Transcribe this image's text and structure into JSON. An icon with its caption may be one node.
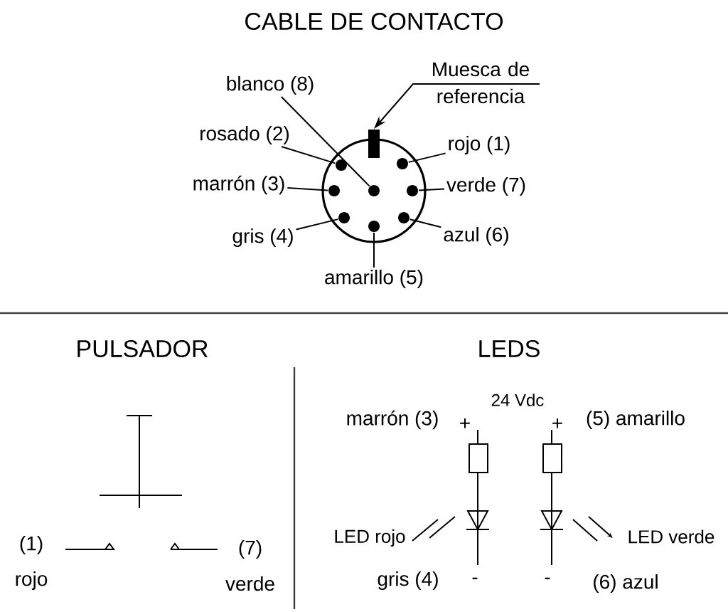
{
  "diagram": {
    "title": "CABLE DE CONTACTO",
    "nodes": [
      {
        "text": [],
        "shape": "circle"
      },
      {
        "text": [],
        "shape": "bar"
      },
      {
        "text": [],
        "shape": "circle",
        "in": 0
      },
      {
        "text": [],
        "shape": "circle",
        "in": 0
      },
      {
        "text": [],
        "shape": "circle",
        "in": 0
      },
      {
        "text": [],
        "shape": "circle",
        "in": 0
      },
      {
        "text": [],
        "shape": "circle",
        "in": 0
      },
      {
        "text": [],
        "shape": "circle",
        "in": 0
      },
      {
        "text": [],
        "shape": "circle",
        "in": 0
      },
      {
        "text": [],
        "shape": "circle",
        "in": 0
      },
      {
        "text": [
          "Muesca de referencia"
        ]
      },
      {
        "text": [
          "blanco (8)"
        ]
      },
      {
        "text": [
          "rosado (2)"
        ]
      },
      {
        "text": [
          "rojo (1)"
        ]
      },
      {
        "text": [
          "marrón (3)"
        ]
      },
      {
        "text": [
          "verde (7)"
        ]
      },
      {
        "text": [
          "gris (4)"
        ]
      },
      {
        "text": [
          "azul (6)"
        ]
      },
      {
        "text": [
          "amarillo (5)"
        ]
      }
    ],
    "edges": [
      {
        "from": 10,
        "to": 1,
        "arrow": "to"
      },
      {
        "from": 11,
        "to": 5,
        "arrow": "none"
      },
      {
        "from": 12,
        "to": 2,
        "arrow": "none"
      },
      {
        "from": 13,
        "to": 3,
        "arrow": "none"
      },
      {
        "from": 14,
        "to": 4,
        "arrow": "none"
      },
      {
        "from": 15,
        "to": 6,
        "arrow": "none"
      },
      {
        "from": 16,
        "to": 7,
        "arrow": "none"
      },
      {
        "from": 17,
        "to": 9,
        "arrow": "none"
      },
      {
        "from": 18,
        "to": 8,
        "arrow": "none"
      }
    ],
    "labels": [
      "PULSADOR",
      "LEDS",
      "(1)",
      "rojo",
      "(7)",
      "verde",
      "24 Vdc",
      "marrón (3)",
      "+",
      "+",
      "(5) amarillo",
      "LED rojo",
      "LED verde",
      "gris (4)",
      "-",
      "-",
      "(6) azul"
    ]
  }
}
